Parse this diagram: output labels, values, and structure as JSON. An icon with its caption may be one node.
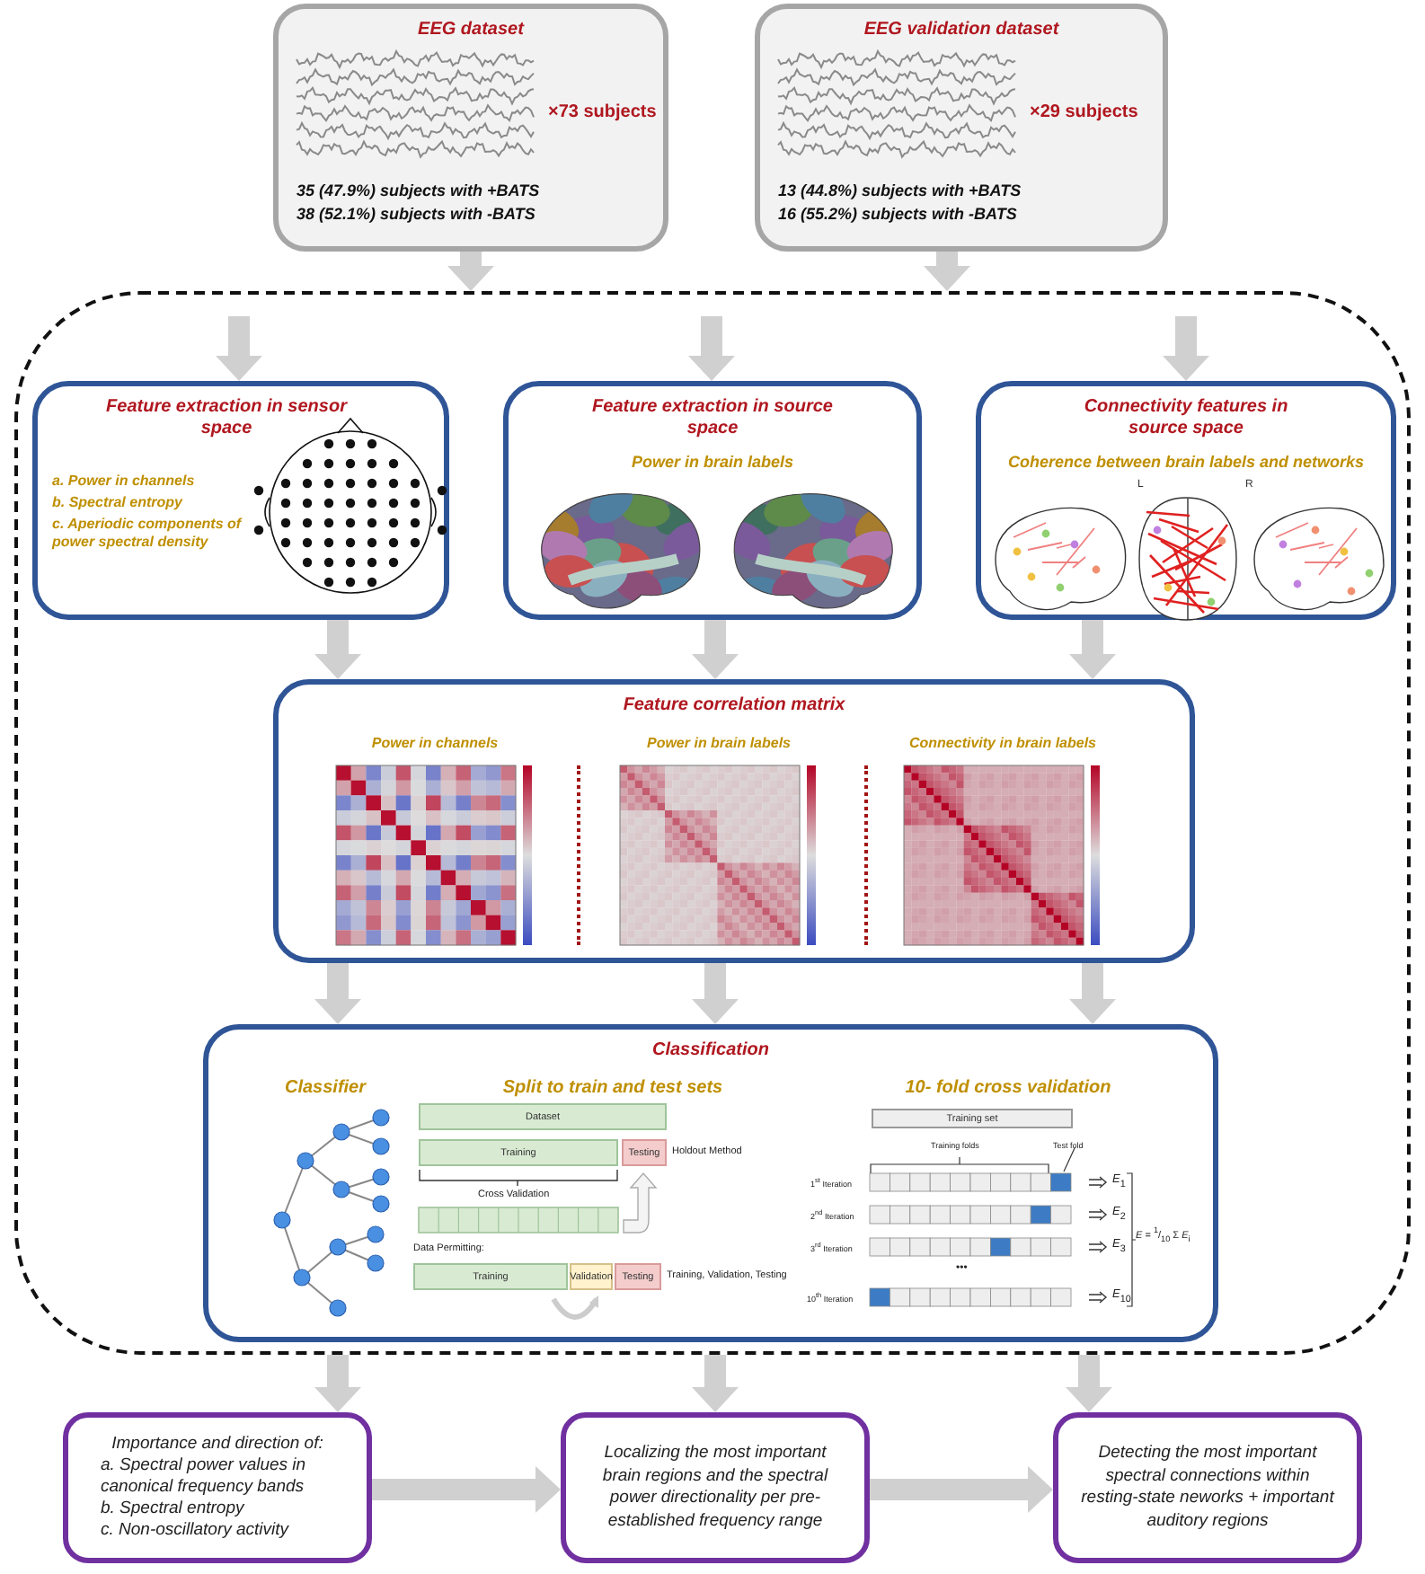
{
  "diagram": {
    "nodes": [
      {
        "text": [
          "EEG dataset",
          "×73 subjects",
          "35 (*47.9%*) subjects with +BATS",
          "38 (*52.1%*) subjects with -BATS"
        ]
      },
      {
        "text": [
          "EEG validation dataset",
          "×29 subjects",
          "13 (*44.8%*) subjects with +BATS",
          "16 (*55.2%*) subjects with -BATS"
        ]
      },
      {
        "text": [],
        "shape": "box"
      },
      {
        "text": [
          "Feature extraction in sensor space",
          "a. Power in channels",
          "b. Spectral entropy",
          "c. Aperiodic components of power spectral density"
        ],
        "in": 2
      },
      {
        "text": [
          "Feature extraction in source space",
          "Power in brain labels"
        ],
        "in": 2
      },
      {
        "text": [
          "Connectivity features in source space",
          "Coherence between brain labels and networks"
        ],
        "in": 2
      },
      {
        "text": [
          "Feature correlation matrix",
          "Power in channels",
          "Power in brain labels",
          "Connectivity in brain labels"
        ],
        "in": 2
      },
      {
        "text": [
          "Classification",
          "Classifier",
          "Split to train and test sets",
          "10- fold cross validation"
        ],
        "in": 2
      },
      {
        "text": [
          "Importance and direction of:",
          "a. Spectral power values in canonical frequency bands",
          "b. Spectral entropy",
          "c. Non-oscillatory activity"
        ]
      },
      {
        "text": [
          "Localizing the most important brain regions and the spectral power directionality per pre-established frequency range"
        ]
      },
      {
        "text": [
          "Detecting the most important spectral connections within resting-state neworks + important auditory regions"
        ]
      }
    ],
    "edges": [
      {
        "from": 0,
        "to": 2,
        "arrow": "to"
      },
      {
        "from": 1,
        "to": 2,
        "arrow": "to"
      },
      {
        "from": null,
        "to": 3,
        "arrow": "to"
      },
      {
        "from": null,
        "to": 4,
        "arrow": "to"
      },
      {
        "from": null,
        "to": 5,
        "arrow": "to"
      },
      {
        "from": 3,
        "to": 6,
        "arrow": "to"
      },
      {
        "from": 4,
        "to": 6,
        "arrow": "to"
      },
      {
        "from": 5,
        "to": 6,
        "arrow": "to"
      },
      {
        "from": 6,
        "to": 7,
        "arrow": "to"
      },
      {
        "from": 6,
        "to": 7,
        "arrow": "to"
      },
      {
        "from": 6,
        "to": 7,
        "arrow": "to"
      },
      {
        "from": 2,
        "to": 8,
        "arrow": "to"
      },
      {
        "from": 2,
        "to": 9,
        "arrow": "to"
      },
      {
        "from": 2,
        "to": 10,
        "arrow": "to"
      },
      {
        "from": 8,
        "to": 9,
        "arrow": "to"
      },
      {
        "from": 9,
        "to": 10,
        "arrow": "to"
      }
    ],
    "labels": [
      "L",
      "R",
      "Dataset",
      "Training",
      "Testing",
      "Holdout Method",
      "Cross Validation",
      "Data Permitting:",
      "Training",
      "Validation",
      "Testing",
      "Training, Validation, Testing",
      "Training set",
      "Training folds",
      "Test fold",
      "1$^{st}$ Iteration",
      "*E*$_{1}$",
      "2$^{nd}$ Iteration",
      "*E*$_{2}$",
      "3$^{rd}$ Iteration",
      "*E*$_{3}$",
      "•••",
      "10$^{th}$ Iteration",
      "*E*$_{10}$",
      "*E* = $^{1}$/$_{10}$ Σ *E*$_{i}$"
    ]
  }
}
